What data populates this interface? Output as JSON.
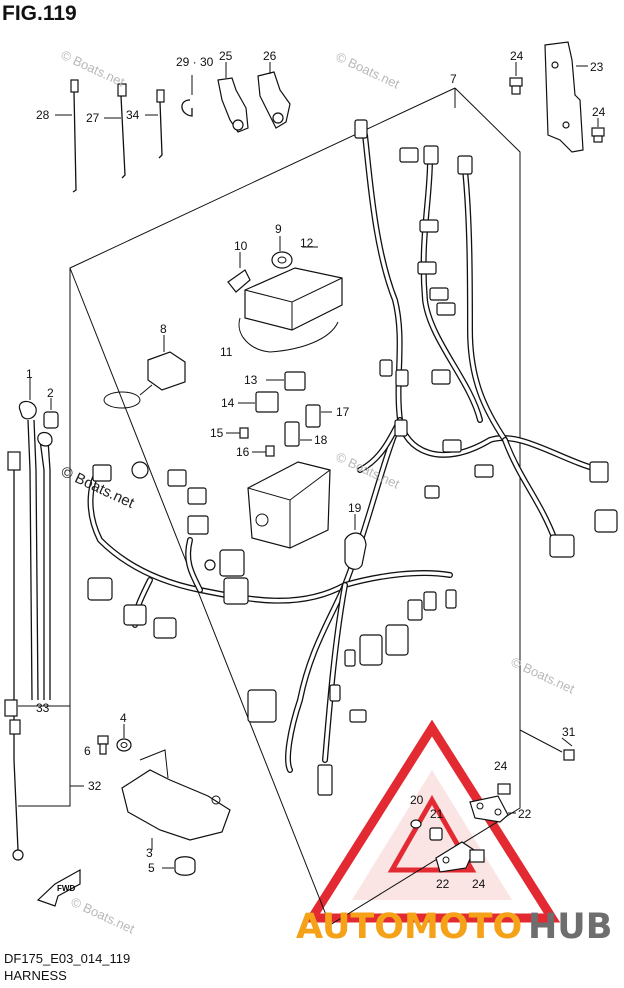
{
  "figure": {
    "title": "FIG.119",
    "model_code": "DF175_E03_014_119",
    "section": "HARNESS"
  },
  "callouts": {
    "c1": "1",
    "c2": "2",
    "c3": "3",
    "c4": "4",
    "c5": "5",
    "c6": "6",
    "c7": "7",
    "c8": "8",
    "c9": "9",
    "c10": "10",
    "c11": "11",
    "c12": "12",
    "c13": "13",
    "c14": "14",
    "c15": "15",
    "c16": "16",
    "c17": "17",
    "c18": "18",
    "c19": "19",
    "c20": "20",
    "c21": "21",
    "c22a": "22",
    "c22b": "22",
    "c23": "23",
    "c24a": "24",
    "c24b": "24",
    "c24c": "24",
    "c24d": "24",
    "c25": "25",
    "c26": "26",
    "c27": "27",
    "c28": "28",
    "c2930": "29 · 30",
    "c31": "31",
    "c32": "32",
    "c33": "33",
    "c34": "34"
  },
  "watermarks": {
    "boats1": "© Boats.net",
    "boats2": "© Boats.net",
    "boats3": "© Boats.net",
    "boats4": "© Boats.net",
    "boats_center": "© Boats.net",
    "boats5": "© Boats.net"
  },
  "fwd_label": "FWD",
  "brand": {
    "part1": "AUTOMOTO",
    "part2": "HUB",
    "color_orange": "#f5a219",
    "color_grey": "#6e6e6e",
    "triangle_color": "#e0141c"
  }
}
